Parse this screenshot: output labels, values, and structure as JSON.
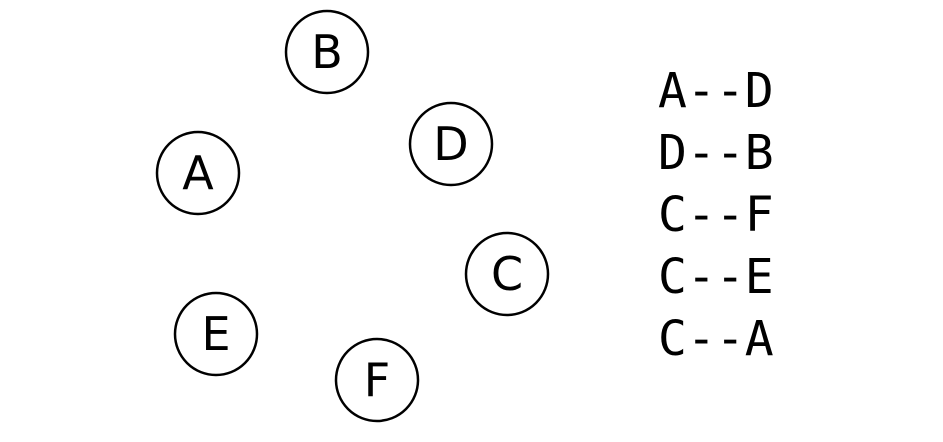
{
  "colors": {
    "background": "#ffffff",
    "ink": "#000000"
  },
  "nodes": [
    {
      "id": "B",
      "label": "B"
    },
    {
      "id": "D",
      "label": "D"
    },
    {
      "id": "A",
      "label": "A"
    },
    {
      "id": "C",
      "label": "C"
    },
    {
      "id": "E",
      "label": "E"
    },
    {
      "id": "F",
      "label": "F"
    }
  ],
  "edges": [
    {
      "label": "A--D"
    },
    {
      "label": "D--B"
    },
    {
      "label": "C--F"
    },
    {
      "label": "C--E"
    },
    {
      "label": "C--A"
    }
  ]
}
